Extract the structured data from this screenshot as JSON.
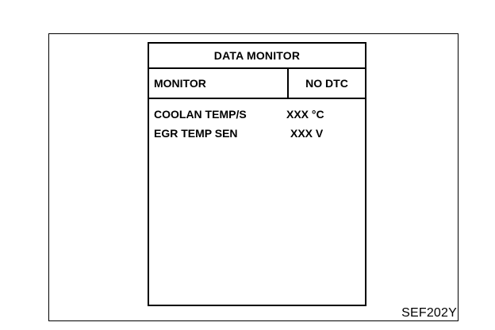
{
  "screen": {
    "title": "DATA MONITOR",
    "header": {
      "left_label": "MONITOR",
      "right_label": "NO DTC"
    },
    "rows": [
      {
        "label": "COOLAN TEMP/S",
        "value": "XXX °C"
      },
      {
        "label": "EGR TEMP SEN",
        "value": "XXX V"
      }
    ]
  },
  "figure_code": "SEF202Y"
}
